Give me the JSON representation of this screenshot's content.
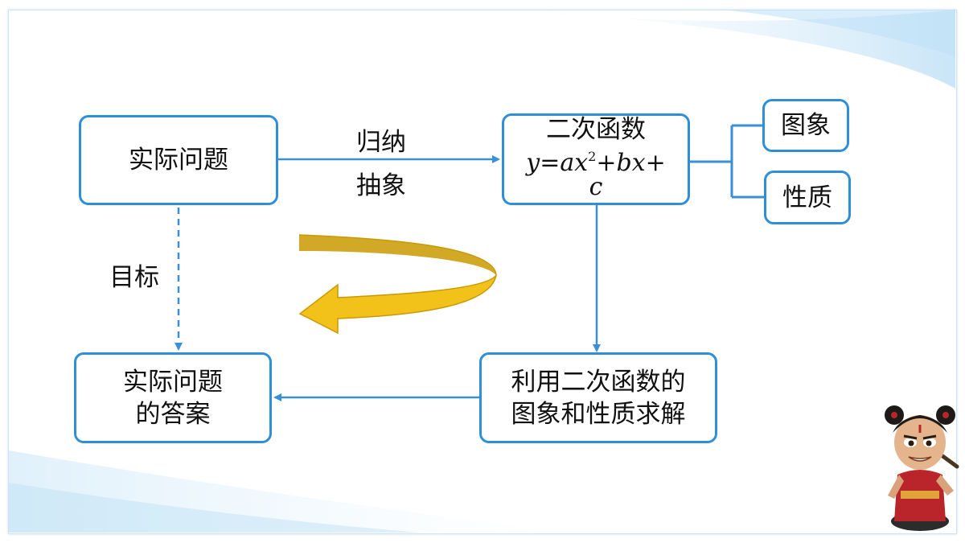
{
  "nodes": {
    "actual_problem": "实际问题",
    "quadratic_function": {
      "title": "二次函数",
      "formula": {
        "y": "y",
        "eq": "=",
        "a": "a",
        "x": "x",
        "exp": "2",
        "plus1": "+",
        "bx": "bx",
        "plus2": "+",
        "c": "c"
      }
    },
    "graph": "图象",
    "properties": "性质",
    "answer": {
      "line1": "实际问题",
      "line2": "的答案"
    },
    "solve": {
      "line1": "利用二次函数的",
      "line2": "图象和性质求解"
    }
  },
  "edge_labels": {
    "induce": "归纳",
    "abstract": "抽象",
    "goal": "目标"
  },
  "colors": {
    "box_border": "#2e8fd8",
    "arrow": "#3a8fd6",
    "curved_arrow_fill": "#f2c21a",
    "curved_arrow_dark": "#c99a00",
    "text": "#111111"
  },
  "icons": {
    "curved_arrow": "curved-return-arrow",
    "mascot": "cartoon-character"
  }
}
